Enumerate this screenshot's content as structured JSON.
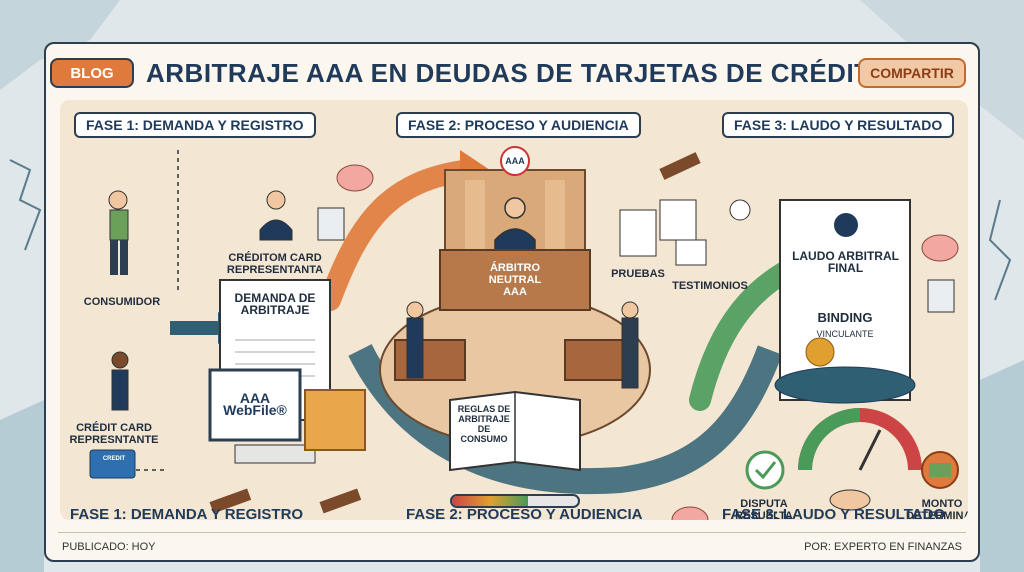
{
  "header": {
    "blog_label": "BLOG",
    "title": "ARBITRAJE AAA EN DEUDAS DE TARJETAS DE CRÉDITO",
    "share_label": "COMPARTIR"
  },
  "phases": [
    {
      "label": "FASE 1: DEMANDA Y REGISTRO"
    },
    {
      "label": "FASE 2: PROCESO Y AUDIENCIA"
    },
    {
      "label": "FASE 3: LAUDO Y RESULTADO"
    }
  ],
  "phase1": {
    "consumer": "CONSUMIDOR",
    "creditor_rep": "CRÉDITOM CARD REPRESENTANTA",
    "claim_title": "DEMANDA DE ARBITRAJE",
    "webfile": "AAA WebFile®",
    "credit_rep": "CRÉDIT CARD REPRESNTANTE",
    "card_text": "CREDIT"
  },
  "phase2": {
    "logo": "AAA",
    "arbiter": "ÁRBITRO NEUTRAL AAA",
    "rules_book": "REGLAS DE ARBITRAJE DE CONSUMO",
    "evidence": "PRUEBAS",
    "testimony": "TESTIMONIOS",
    "progress": 0.6
  },
  "phase3": {
    "award_title": "LAUDO ARBITRAL FINAL",
    "binding": "BINDING",
    "binding_sub": "VINCULANTE",
    "dispute": "DISPUTA RESUELTA",
    "amount": "MONTO DETERMINADO"
  },
  "footer": {
    "published": "PUBLICADO: HOY",
    "author": "POR: EXPERTO EN FINANZAS"
  },
  "colors": {
    "navy": "#1f3a5a",
    "orange": "#e07a3c",
    "green": "#4a9a5a",
    "teal": "#2e5f73"
  }
}
